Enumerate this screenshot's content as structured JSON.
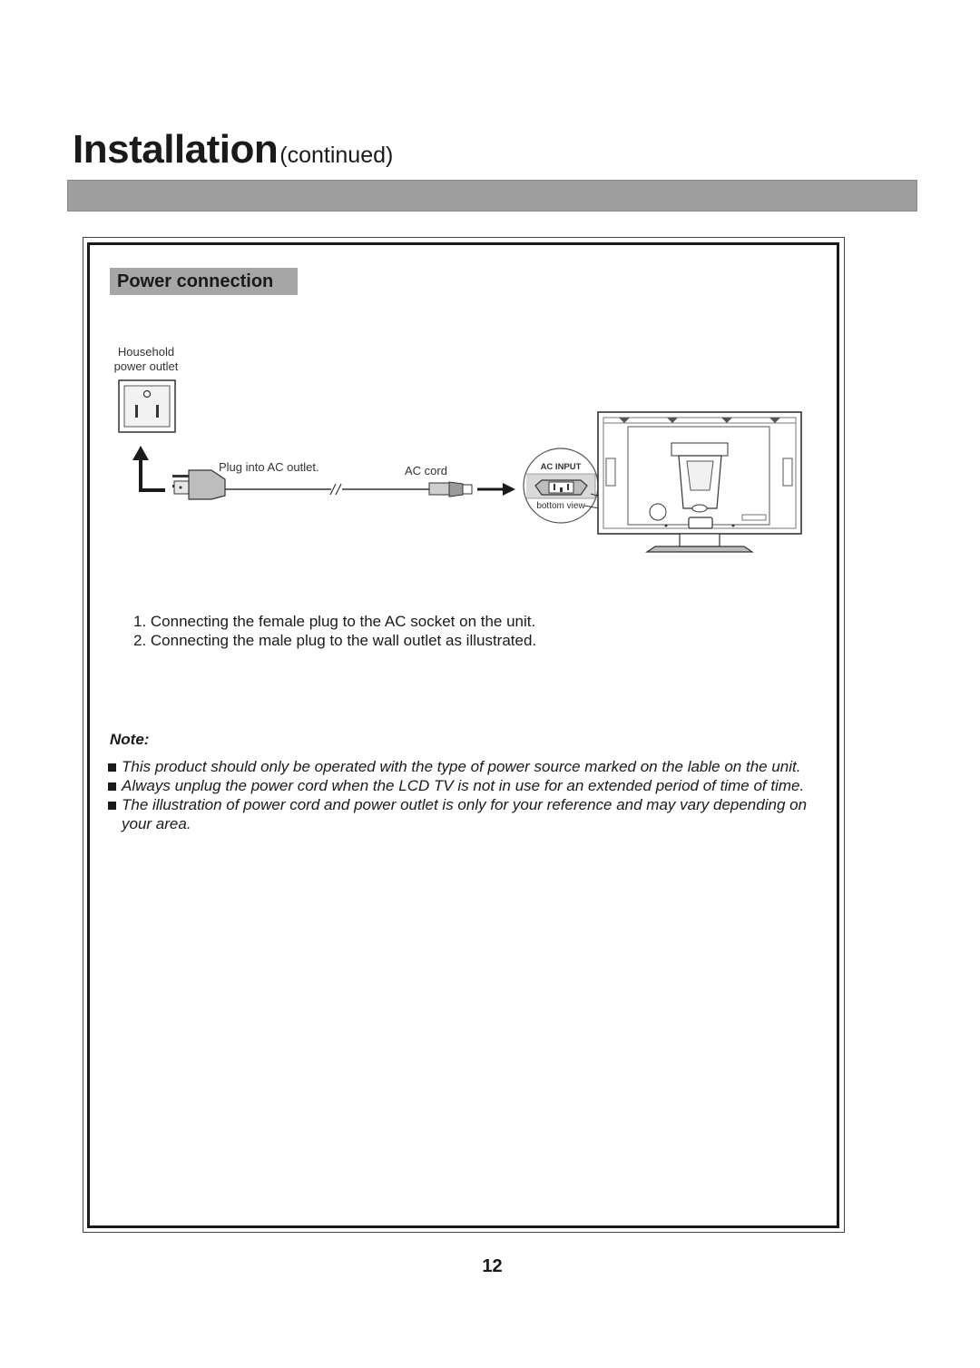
{
  "header": {
    "title": "Installation",
    "subtitle": "(continued)"
  },
  "section": {
    "title": "Power connection"
  },
  "diagram": {
    "outlet_label_line1": "Household",
    "outlet_label_line2": "power outlet",
    "plug_label": "Plug into AC outlet.",
    "cord_label": "AC cord",
    "ac_input_label": "AC INPUT",
    "bottom_view_label": "bottom view"
  },
  "steps": [
    "1. Connecting the female plug to the AC socket on the unit.",
    "2. Connecting the male plug to the wall outlet as illustrated."
  ],
  "note": {
    "label": "Note:",
    "items": [
      "This product should only be operated with the type of power source marked on the lable on the unit.",
      "Always unplug the power cord when the LCD TV is not in use for an extended period of time of time.",
      "The illustration of power cord and power outlet is only for your reference and may vary depending on your area."
    ]
  },
  "footer": {
    "page_number": "12"
  }
}
